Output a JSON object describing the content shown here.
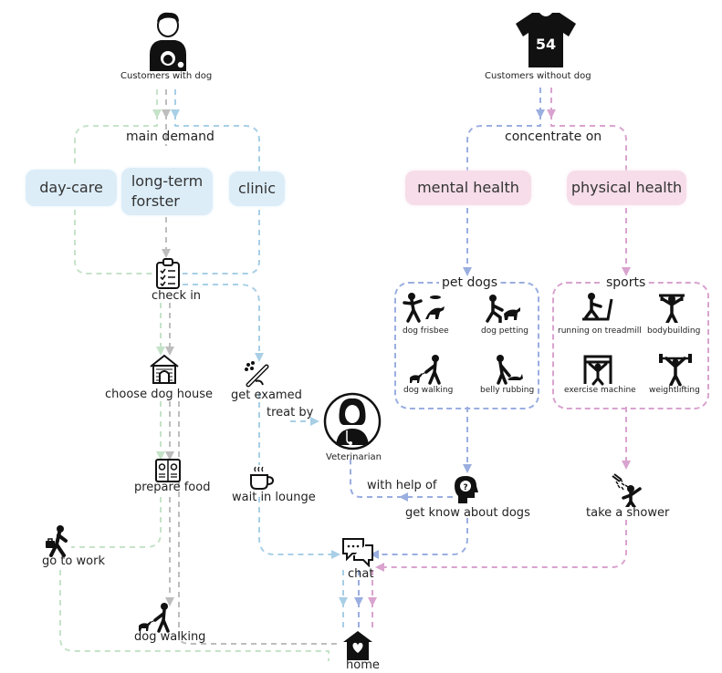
{
  "nodes": {
    "customers_with_dog": "Customers with dog",
    "customers_without_dog": "Customers without dog",
    "jersey_number": "54",
    "main_demand": "main demand",
    "concentrate_on": "concentrate on",
    "day_care": "day-care",
    "long_term_forster": "long-term\nforster",
    "clinic": "clinic",
    "mental_health": "mental health",
    "physical_health": "physical health",
    "check_in": "check in",
    "choose_dog_house": "choose dog house",
    "get_examed": "get examed",
    "treat_by": "treat by",
    "veterinarian": "Veterinarian",
    "prepare_food": "prepare food",
    "wait_in_lounge": "wait in lounge",
    "with_help_of": "with help of",
    "get_know_about_dogs": "get know about dogs",
    "take_a_shower": "take a shower",
    "go_to_work": "go to work",
    "chat": "chat",
    "dog_walking_main": "dog walking",
    "home": "home"
  },
  "pet_dogs": {
    "title": "pet dogs",
    "items": [
      "dog frisbee",
      "dog petting",
      "dog walking",
      "belly rubbing"
    ]
  },
  "sports": {
    "title": "sports",
    "items": [
      "running on treadmill",
      "bodybuilding",
      "exercise machine",
      "weightlifting"
    ]
  },
  "colors": {
    "green": "#c5e3c8",
    "gray": "#bdbdbd",
    "blue": "#a8cfe6",
    "periwinkle": "#9aaee0",
    "pink": "#d9a3cf",
    "box_blue": "#dcedf8",
    "box_pink": "#f6dde9"
  }
}
